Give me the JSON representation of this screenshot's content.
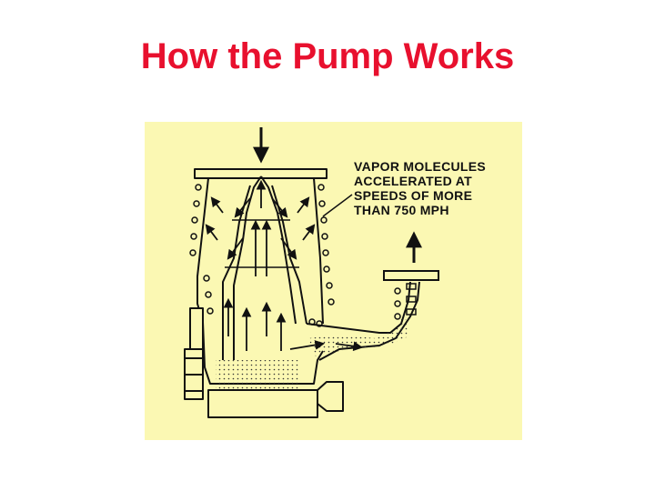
{
  "slide": {
    "title": "How the Pump Works",
    "title_color": "#e8102e"
  },
  "diagram": {
    "panel_color": "#fbf8b3",
    "ink_color": "#111111",
    "callout_lines": [
      "VAPOR MOLECULES",
      "ACCELERATED AT",
      "SPEEDS OF MORE",
      "THAN 750 MPH"
    ]
  }
}
